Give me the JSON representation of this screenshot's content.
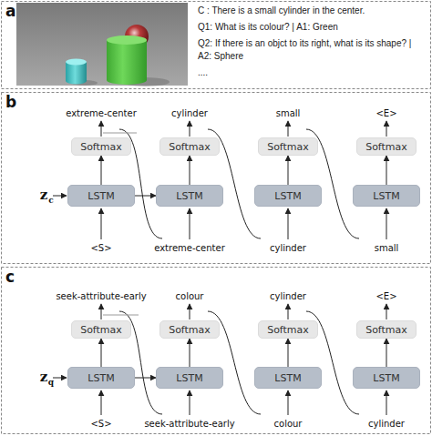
{
  "diagram": {
    "nodes": [
      {
        "text": [
          "Softmax"
        ]
      },
      {
        "text": [
          "Softmax"
        ]
      },
      {
        "text": [
          "Softmax"
        ]
      },
      {
        "text": [
          "Softmax"
        ]
      },
      {
        "text": [
          "LSTM"
        ]
      },
      {
        "text": [
          "LSTM"
        ]
      },
      {
        "text": [
          "LSTM"
        ]
      },
      {
        "text": [
          "LSTM"
        ]
      },
      {
        "text": [
          "Softmax"
        ]
      },
      {
        "text": [
          "Softmax"
        ]
      },
      {
        "text": [
          "Softmax"
        ]
      },
      {
        "text": [
          "Softmax"
        ]
      },
      {
        "text": [
          "LSTM"
        ]
      },
      {
        "text": [
          "LSTM"
        ]
      },
      {
        "text": [
          "LSTM"
        ]
      },
      {
        "text": [
          "LSTM"
        ]
      }
    ],
    "edges": [
      {
        "from": 4,
        "to": 0,
        "arrow": "to"
      },
      {
        "from": 5,
        "to": 1,
        "arrow": "to"
      },
      {
        "from": 6,
        "to": 2,
        "arrow": "to"
      },
      {
        "from": 7,
        "to": 3,
        "arrow": "to"
      },
      {
        "from": 4,
        "to": 5,
        "arrow": "to"
      },
      {
        "from": 12,
        "to": 8,
        "arrow": "to"
      },
      {
        "from": 13,
        "to": 9,
        "arrow": "to"
      },
      {
        "from": 14,
        "to": 10,
        "arrow": "to"
      },
      {
        "from": 15,
        "to": 11,
        "arrow": "to"
      },
      {
        "from": 12,
        "to": 13,
        "arrow": "to"
      }
    ],
    "labels": [
      "a",
      "C : There is a small cylinder in the center.",
      "Q1: What is its colour? | A1: Green",
      "Q2: If there is an objct to its right, what is its shape? | A2: Sphere",
      "....",
      "b",
      "extreme-center",
      "cylinder",
      "small",
      "<E>",
      "<S>",
      "extreme-center",
      "cylinder",
      "small",
      "z",
      "c",
      "c",
      "seek-attribute-early",
      "colour",
      "cylinder",
      "<E>",
      "<S>",
      "seek-attribute-early",
      "colour",
      "cylinder",
      "z",
      "q"
    ]
  }
}
